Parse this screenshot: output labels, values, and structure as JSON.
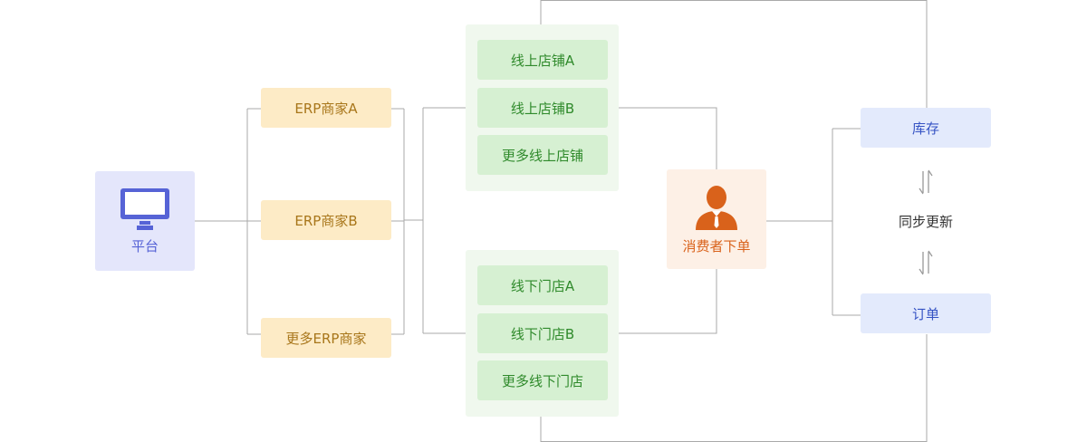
{
  "platform": {
    "label": "平台",
    "icon": "monitor-icon",
    "color": "#5663d6"
  },
  "erp": {
    "items": [
      {
        "label": "ERP商家A"
      },
      {
        "label": "ERP商家B"
      },
      {
        "label": "更多ERP商家"
      }
    ]
  },
  "online": {
    "items": [
      {
        "label": "线上店铺A"
      },
      {
        "label": "线上店铺B"
      },
      {
        "label": "更多线上店铺"
      }
    ]
  },
  "offline": {
    "items": [
      {
        "label": "线下门店A"
      },
      {
        "label": "线下门店B"
      },
      {
        "label": "更多线下门店"
      }
    ]
  },
  "consumer": {
    "label": "消费者下单",
    "icon": "person-icon",
    "color": "#d9621b"
  },
  "stock": {
    "label": "库存"
  },
  "sync": {
    "label": "同步更新",
    "icon": "sync-arrows-icon"
  },
  "order": {
    "label": "订单"
  }
}
